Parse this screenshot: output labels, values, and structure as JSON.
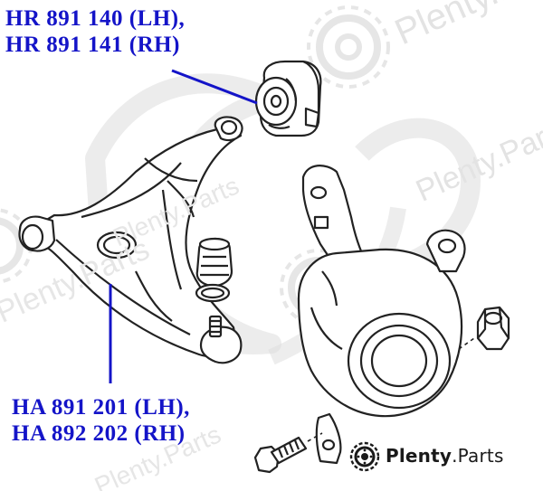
{
  "colors": {
    "label_blue": "#1414c8",
    "line_art": "#222222",
    "watermark": "#d9d9d9",
    "brand_text": "#1a1a1a"
  },
  "labels": {
    "upper_bushing": [
      "HR 891 140 (LH),",
      "HR 891 141 (RH)"
    ],
    "lower_arm_parts": [
      "HA 891 201 (LH),",
      "HA 892 202 (RH)"
    ]
  },
  "watermark": {
    "text": "Plenty.Parts",
    "icon": "gear-brake-disc-icon"
  },
  "brand": {
    "name_bold": "Plenty",
    "name_rest": ".Parts",
    "icon": "gear-brake-disc-icon"
  }
}
